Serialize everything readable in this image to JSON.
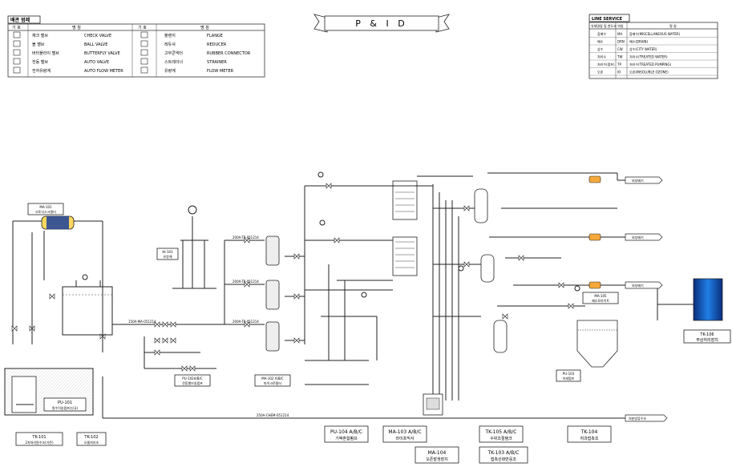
{
  "title": "P & I D",
  "legend": {
    "heading": "배관 범례",
    "col_symbol": "기 호",
    "col_name": "명 칭",
    "rows": [
      {
        "ko": "체크 밸브",
        "en": "CHECK VALVE",
        "ko2": "플랜지",
        "en2": "FLANGE"
      },
      {
        "ko": "볼 밸브",
        "en": "BALL VALVE",
        "ko2": "레듀셔",
        "en2": "REDUCER"
      },
      {
        "ko": "버터플라이 밸브",
        "en": "BUTTERFLY VALVE",
        "ko2": "고무콘넥터",
        "en2": "RUBBER CONNECTOR"
      },
      {
        "ko": "전동 밸브",
        "en": "AUTO VALVE",
        "ko2": "스트레이너",
        "en2": "STRAINER"
      },
      {
        "ko": "전자유량계",
        "en": "AUTO FLOW METER",
        "ko2": "유량계",
        "en2": "FLOW METER"
      }
    ]
  },
  "line_service": {
    "heading": "LINE SERVICE",
    "col_a": "유체명칭 및 한도조 약칭",
    "col_b": "명 칭",
    "rows": [
      {
        "ko": "잡배수",
        "code": "MA",
        "desc": "잡배수(MISCELLANEOUS WATER)"
      },
      {
        "ko": "배수",
        "code": "DRN",
        "desc": "배수(DRAIN)"
      },
      {
        "ko": "상수",
        "code": "CW",
        "desc": "상수(CITY WATER)"
      },
      {
        "ko": "처리수",
        "code": "TW",
        "desc": "처리수(TREATED WATER)"
      },
      {
        "ko": "처리수(펌프)",
        "code": "TP",
        "desc": "처리수(TREATED PUMPING)"
      },
      {
        "ko": "오존",
        "code": "IO",
        "desc": "오존(INSOLUBLE OZONE)"
      }
    ]
  },
  "equipment": {
    "ma101": {
      "tag": "MA-101",
      "name": "오토디스크필터"
    },
    "hi101": {
      "tag": "HI-101",
      "name": "유량계"
    },
    "pu102": {
      "tag": "PU-102A/B/C",
      "name": "전동밸브송펌프"
    },
    "ma102": {
      "tag": "MA-102 A/B/C",
      "name": "마이크로필터"
    },
    "ma105": {
      "tag": "MA-105",
      "name": "제오로라이트"
    },
    "pu103": {
      "tag": "PU-103",
      "name": "약세펌프"
    },
    "tk106": {
      "tag": "TK-106",
      "name": "부상처리장치"
    },
    "tk101": {
      "tag": "TK-101",
      "name": "2차처리원수조(기존)"
    },
    "tk102": {
      "tag": "TK-102",
      "name": "오물처리조"
    },
    "pu101": {
      "tag": "PU-101",
      "name": "원수이송펌프(신규)"
    },
    "pu104": {
      "tag": "PU-104 A/B/C",
      "name": "기액혼합펌프"
    },
    "ma103": {
      "tag": "MA-103 A/B/C",
      "name": "라이프믹서"
    },
    "ma104": {
      "tag": "MA-104",
      "name": "오존발생장치"
    },
    "tk105": {
      "tag": "TK-105 A/B/C",
      "name": "수위조절탱크"
    },
    "tk103": {
      "tag": "TK-103 A/B/C",
      "name": "접촉산화반응조"
    },
    "tk104": {
      "tag": "TK-104",
      "name": "여과접촉조"
    }
  },
  "outlets": {
    "o1": "외부배기",
    "o2": "외부배기",
    "o3": "외부배기",
    "o4": "처분방류수조"
  },
  "line_labels": {
    "l1": "200A-TP-051214",
    "l2": "200A-TP-051214",
    "l3": "200A-TP-051214",
    "l4": "250A-CHEM-051214",
    "l5": "150A-MA-051214"
  }
}
